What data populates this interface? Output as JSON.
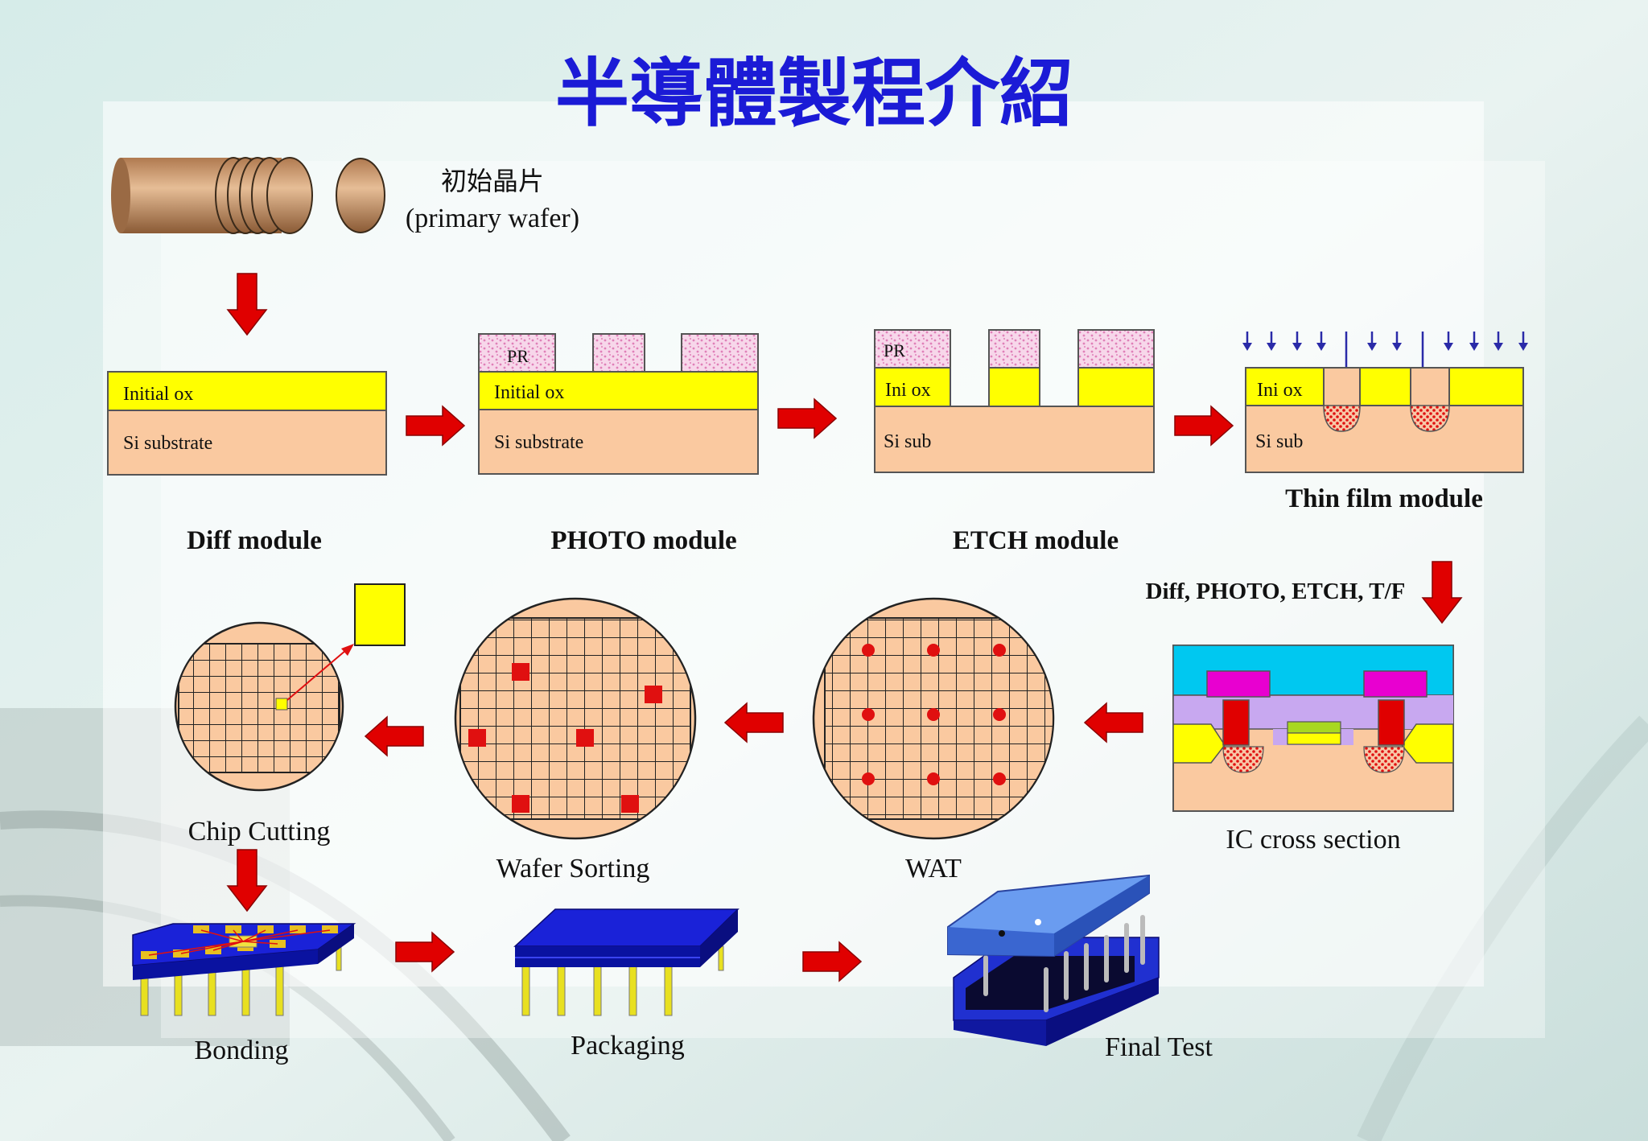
{
  "title": "半導體製程介紹",
  "primary_wafer": {
    "label_zh": "初始晶片",
    "label_en": "(primary wafer)"
  },
  "cross_sections": {
    "diff": {
      "layer_top": "Initial ox",
      "layer_bottom": "Si substrate"
    },
    "photo": {
      "resist": "PR",
      "layer_top": "Initial ox",
      "layer_bottom": "Si substrate"
    },
    "etch": {
      "resist": "PR",
      "layer_top": "Ini ox",
      "layer_bottom": "Si sub"
    },
    "thinfilm": {
      "layer_top": "Ini ox",
      "layer_bottom": "Si sub"
    }
  },
  "modules": {
    "diff": "Diff module",
    "photo": "PHOTO module",
    "etch": "ETCH module",
    "thinfilm": "Thin film module"
  },
  "loop_note": "Diff, PHOTO, ETCH, T/F",
  "stages": {
    "ic_cross_section": "IC cross section",
    "wat": "WAT",
    "wafer_sorting": "Wafer Sorting",
    "chip_cutting": "Chip Cutting",
    "bonding": "Bonding",
    "packaging": "Packaging",
    "final_test": "Final Test"
  },
  "colors": {
    "title": "#1b1bd6",
    "arrow": "#e00000",
    "oxide": "#ffff00",
    "substrate": "#fac9a0",
    "resist": "#f7d7ea",
    "package_blue": "#1a22d8",
    "loop_note": "#2a2a9a"
  }
}
